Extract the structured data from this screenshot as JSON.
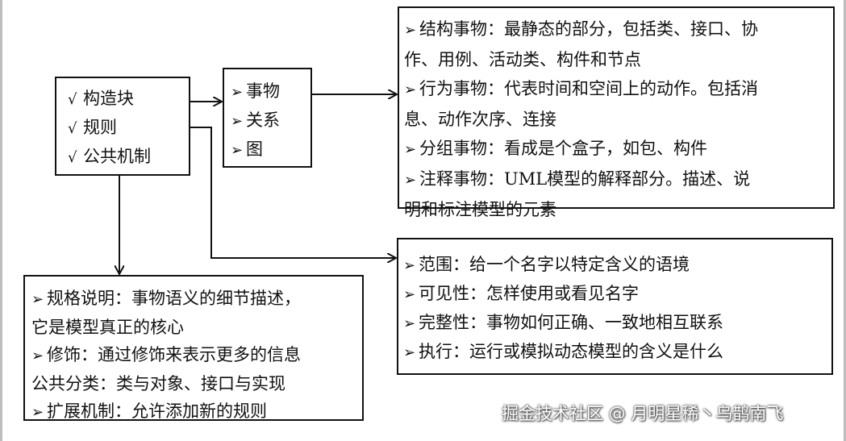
{
  "diagram": {
    "core_box": {
      "items": [
        "构造块",
        "规则",
        "公共机制"
      ],
      "bullet": "√"
    },
    "things_box": {
      "items": [
        "事物",
        "关系",
        "图"
      ],
      "bullet": "➢"
    },
    "thing_types_box": {
      "bullet": "➢",
      "items": [
        {
          "first": "结构事物：最静态的部分，包括类、接口、协",
          "cont": "作、用例、活动类、构件和节点"
        },
        {
          "first": "行为事物：代表时间和空间上的动作。包括消",
          "cont": "息、动作次序、连接"
        },
        {
          "first": "分组事物：看成是个盒子，如包、构件",
          "cont": ""
        },
        {
          "first": "注释事物：UML模型的解释部分。描述、说",
          "cont": "明和标注模型的元素"
        }
      ]
    },
    "names_box": {
      "bullet": "➢",
      "items": [
        "范围：给一个名字以特定含义的语境",
        "可见性：怎样使用或看见名字",
        "完整性：事物如何正确、一致地相互联系",
        "执行：运行或模拟动态模型的含义是什么"
      ]
    },
    "mechanisms_box": {
      "bullet": "➢",
      "lines": [
        {
          "bullet": true,
          "text": "规格说明：事物语义的细节描述，"
        },
        {
          "bullet": false,
          "text": "它是模型真正的核心"
        },
        {
          "bullet": true,
          "text": "修饰：通过修饰来表示更多的信息"
        },
        {
          "bullet": false,
          "text": "公共分类：类与对象、接口与实现"
        },
        {
          "bullet": true,
          "text": "扩展机制：允许添加新的规则"
        }
      ]
    }
  },
  "watermark": "掘金技术社区 @ 月明星稀丶乌鹊南飞"
}
